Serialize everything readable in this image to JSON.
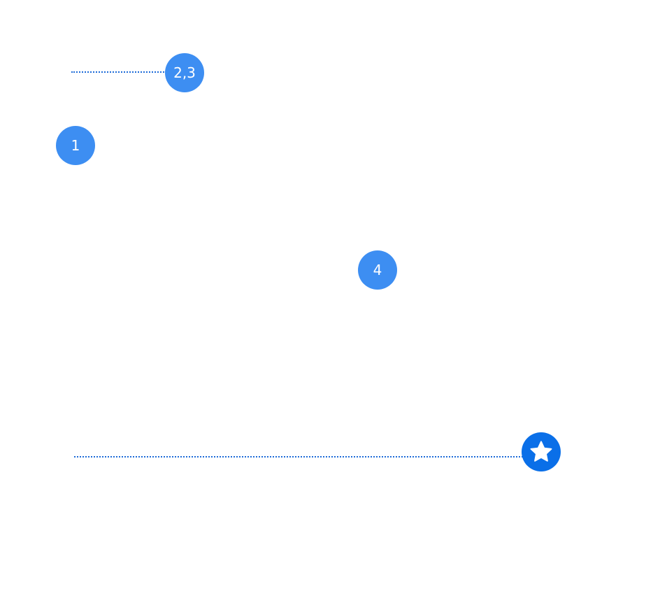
{
  "markers": [
    {
      "id": "marker-2-3",
      "label": "2,3",
      "color": "#3d8ef2"
    },
    {
      "id": "marker-1",
      "label": "1",
      "color": "#3d8ef2"
    },
    {
      "id": "marker-4",
      "label": "4",
      "color": "#3d8ef2"
    },
    {
      "id": "marker-star",
      "icon": "star-icon",
      "color": "#0a6fe8"
    }
  ],
  "connector_color": "#1c6ad8"
}
